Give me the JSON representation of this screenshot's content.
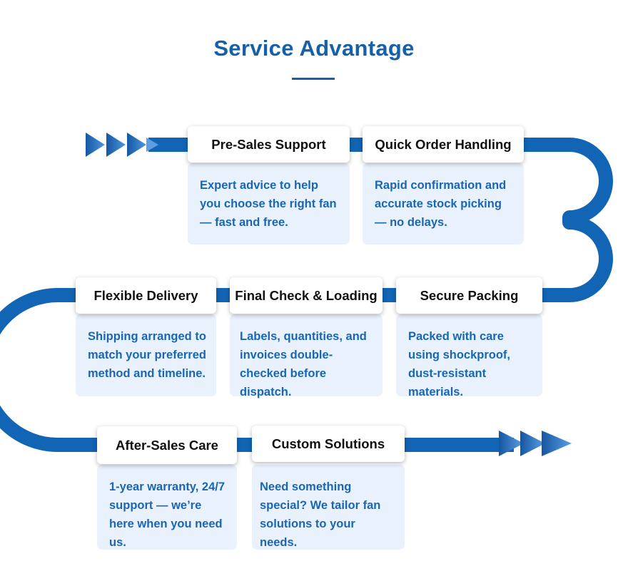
{
  "title": "Service Advantage",
  "colors": {
    "accent": "#1560a8",
    "path": "#1265b4",
    "card_body": "#e9f2fc",
    "body_text": "#1a66b5"
  },
  "steps": [
    {
      "id": "pre-sales-support",
      "title": "Pre-Sales Support",
      "description": "Expert advice to help you choose the right fan — fast and free."
    },
    {
      "id": "quick-order-handling",
      "title": "Quick Order Handling",
      "description": "Rapid confirmation and accurate stock picking — no delays."
    },
    {
      "id": "secure-packing",
      "title": "Secure Packing",
      "description": "Packed with care using shockproof, dust-resistant materials."
    },
    {
      "id": "final-check-loading",
      "title": "Final Check & Loading",
      "description": "Labels, quantities, and invoices double-checked before dispatch."
    },
    {
      "id": "flexible-delivery",
      "title": "Flexible Delivery",
      "description": "Shipping arranged to match your preferred method and timeline."
    },
    {
      "id": "after-sales-care",
      "title": "After-Sales Care",
      "description": "1-year warranty, 24/7 support — we’re here when you need us."
    },
    {
      "id": "custom-solutions",
      "title": "Custom Solutions",
      "description": "Need something special? We tailor fan solutions to your needs."
    }
  ]
}
